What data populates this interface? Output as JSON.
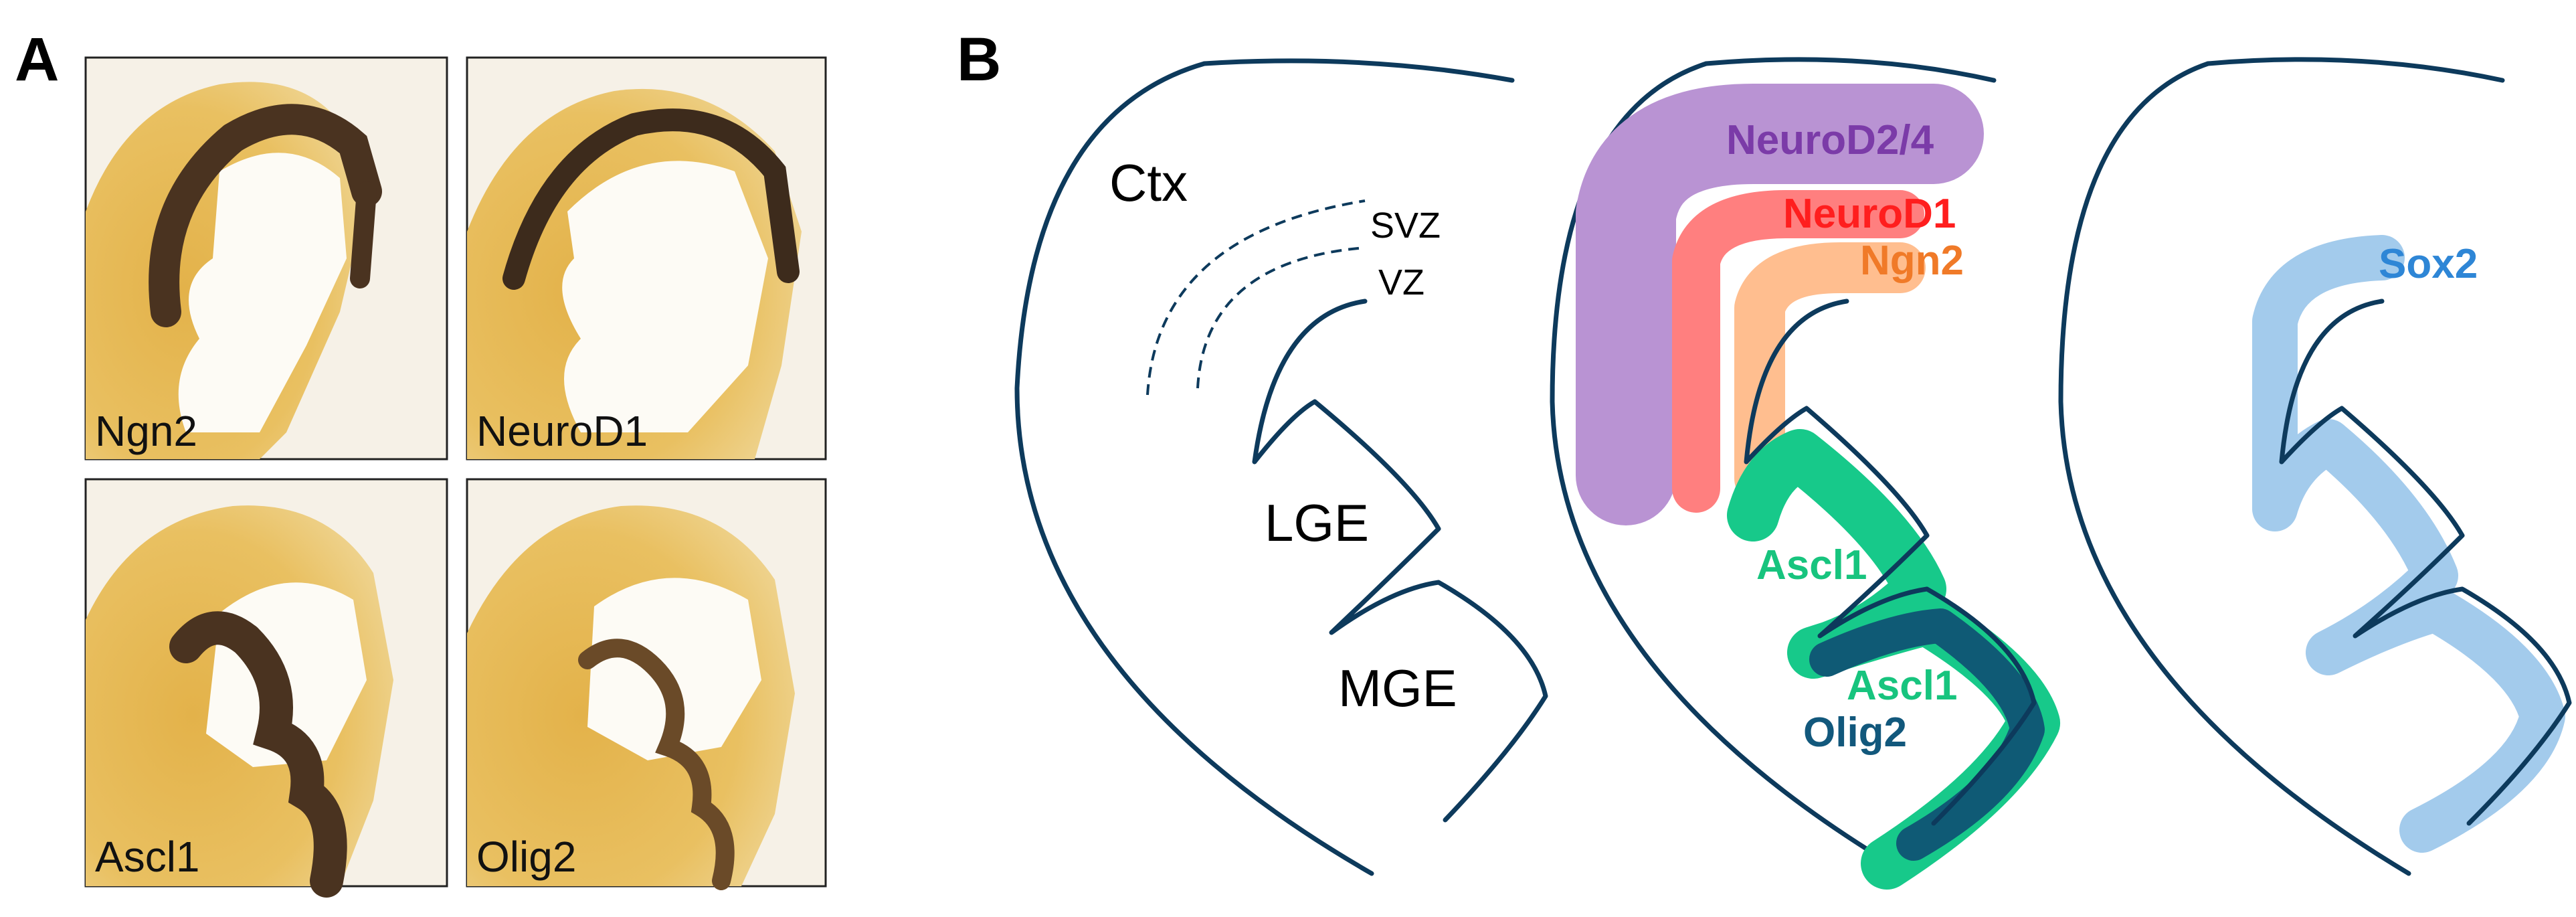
{
  "panel_a": {
    "letter": "A",
    "images": [
      {
        "label": "Ngn2"
      },
      {
        "label": "NeuroD1"
      },
      {
        "label": "Ascl1"
      },
      {
        "label": "Olig2"
      }
    ]
  },
  "panel_b": {
    "letter": "B",
    "anatomy": {
      "ctx": "Ctx",
      "svz": "SVZ",
      "vz": "VZ",
      "lge": "LGE",
      "mge": "MGE"
    },
    "expression_middle": {
      "neurod24": {
        "label": "NeuroD2/4",
        "color": "#7b3ba8"
      },
      "neurod1": {
        "label": "NeuroD1",
        "color": "#ff1e1e"
      },
      "ngn2": {
        "label": "Ngn2",
        "color": "#f07a28"
      },
      "ascl1_lge": {
        "label": "Ascl1",
        "color": "#17c47e"
      },
      "ascl1_mge": {
        "label": "Ascl1",
        "color": "#17c47e"
      },
      "olig2": {
        "label": "Olig2",
        "color": "#12587c"
      }
    },
    "expression_right": {
      "sox2": {
        "label": "Sox2",
        "color": "#2e86d6"
      }
    }
  }
}
